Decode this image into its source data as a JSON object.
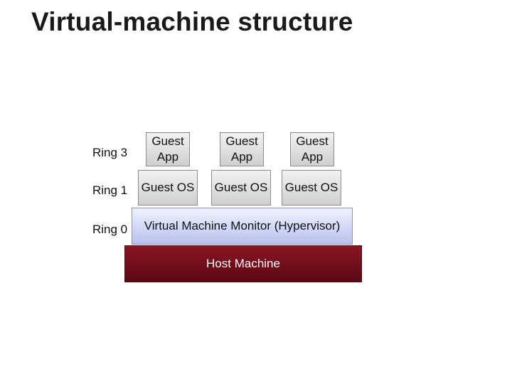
{
  "title": "Virtual-machine structure",
  "rings": {
    "ring3": "Ring 3",
    "ring1": "Ring 1",
    "ring0": "Ring 0"
  },
  "guest_apps": [
    "Guest\nApp",
    "Guest\nApp",
    "Guest\nApp"
  ],
  "guest_os": [
    "Guest OS",
    "Guest OS",
    "Guest OS"
  ],
  "vmm": "Virtual Machine Monitor (Hypervisor)",
  "host": "Host Machine",
  "colors": {
    "guest_fill": "#dcdcdc",
    "vmm_fill": "#c8cff2",
    "host_fill": "#6e0d1a"
  }
}
